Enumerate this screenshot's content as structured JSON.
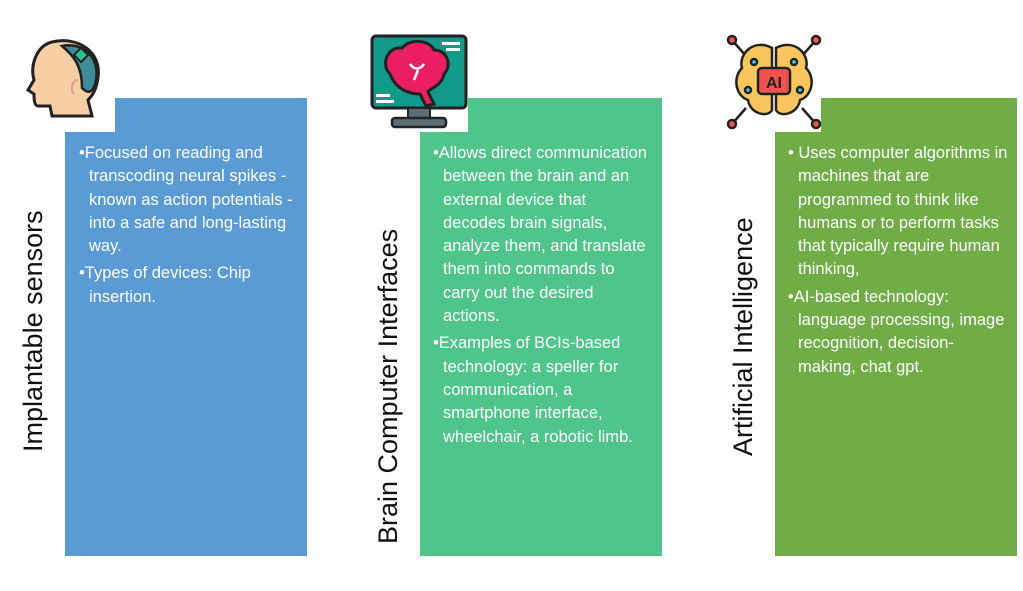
{
  "columns": [
    {
      "title": "Implantable sensors",
      "color": "#5b9bd5",
      "icon": "head-chip-icon",
      "bullets": [
        "Focused on reading and transcoding neural spikes - known as action potentials - into a safe and long-lasting way.",
        "Types of devices: Chip insertion."
      ]
    },
    {
      "title": "Brain Computer Interfaces",
      "color": "#4fc48b",
      "icon": "brain-monitor-icon",
      "bullets": [
        "Allows direct communication between the brain and an external device that decodes brain signals, analyze them, and translate them into commands to carry out the desired actions.",
        "Examples of BCIs-based technology: a speller for communication, a smartphone interface, wheelchair, a robotic limb."
      ]
    },
    {
      "title": "Artificial Intelligence",
      "color": "#70ad47",
      "icon": "ai-brain-icon",
      "icon_label": "AI",
      "bullets": [
        " Uses computer algorithms in machines that are programmed to think like humans or to perform tasks that typically require human thinking,",
        "AI-based technology: language processing, image recognition, decision-making, chat gpt."
      ]
    }
  ]
}
